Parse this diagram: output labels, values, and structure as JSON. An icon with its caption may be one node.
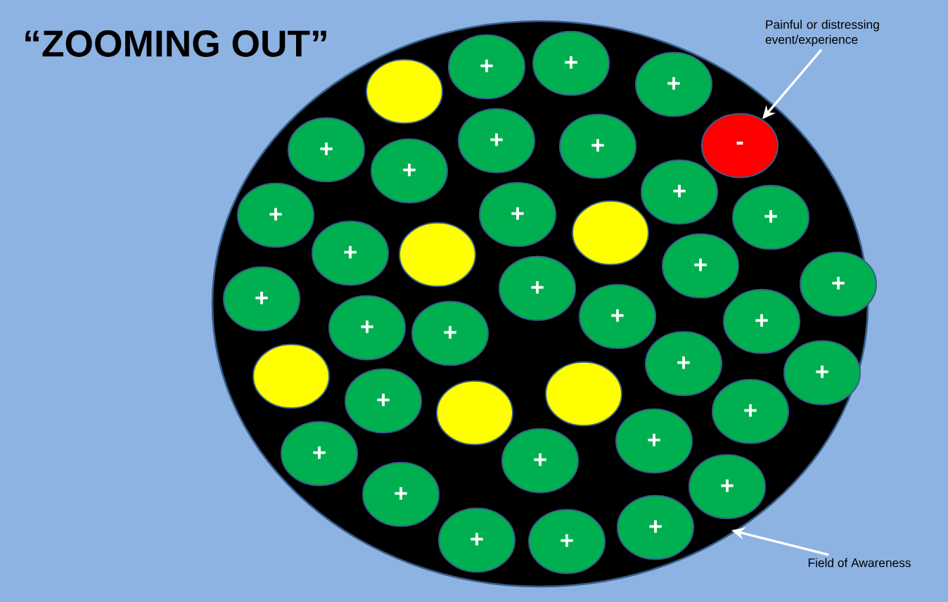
{
  "diagram": {
    "title": "“ZOOMING OUT”",
    "nodes": [
      {
        "text": [],
        "shape": "circle"
      },
      {
        "text": [
          "+"
        ],
        "in": 0
      },
      {
        "text": [
          "+"
        ],
        "in": 0
      },
      {
        "text": [
          "+"
        ],
        "in": 0
      },
      {
        "text": [],
        "shape": "circle",
        "in": 0
      },
      {
        "text": [
          "+"
        ],
        "in": 0
      },
      {
        "text": [
          "-"
        ],
        "in": 0
      },
      {
        "text": [
          "+"
        ],
        "in": 0
      },
      {
        "text": [
          "+"
        ],
        "in": 0
      },
      {
        "text": [
          "+"
        ],
        "in": 0
      },
      {
        "text": [
          "+"
        ],
        "in": 0
      },
      {
        "text": [
          "+"
        ],
        "in": 0
      },
      {
        "text": [
          "+"
        ],
        "in": 0
      },
      {
        "text": [
          "+"
        ],
        "in": 0
      },
      {
        "text": [],
        "shape": "circle",
        "in": 0
      },
      {
        "text": [
          "+"
        ],
        "in": 0
      },
      {
        "text": [],
        "shape": "circle",
        "in": 0
      },
      {
        "text": [
          "+"
        ],
        "in": 0
      },
      {
        "text": [
          "+"
        ],
        "in": 0
      },
      {
        "text": [
          "+"
        ],
        "in": 0
      },
      {
        "text": [
          "+"
        ],
        "in": 0
      },
      {
        "text": [
          "+"
        ],
        "in": 0
      },
      {
        "text": [
          "+"
        ],
        "in": 0
      },
      {
        "text": [
          "+"
        ],
        "in": 0
      },
      {
        "text": [
          "+"
        ],
        "in": 0
      },
      {
        "text": [
          "+"
        ],
        "in": 0
      },
      {
        "text": [
          "+"
        ],
        "in": 0
      },
      {
        "text": [],
        "shape": "circle",
        "in": 0
      },
      {
        "text": [],
        "shape": "circle",
        "in": 0
      },
      {
        "text": [
          "+"
        ],
        "in": 0
      },
      {
        "text": [
          "+"
        ],
        "in": 0
      },
      {
        "text": [],
        "shape": "circle",
        "in": 0
      },
      {
        "text": [
          "+"
        ],
        "in": 0
      },
      {
        "text": [
          "+"
        ],
        "in": 0
      },
      {
        "text": [
          "+"
        ],
        "in": 0
      },
      {
        "text": [
          "+"
        ],
        "in": 0
      },
      {
        "text": [
          "+"
        ],
        "in": 0
      },
      {
        "text": [
          "+"
        ],
        "in": 0
      },
      {
        "text": [
          "+"
        ],
        "in": 0
      },
      {
        "text": [
          "+"
        ],
        "in": 0
      },
      {
        "text": [
          "Painful or distressing event/experience"
        ]
      },
      {
        "text": [
          "Field of Awareness"
        ]
      }
    ],
    "edges": [
      {
        "from": 40,
        "to": 6,
        "arrow": "to"
      },
      {
        "from": 41,
        "to": 0,
        "arrow": "to"
      }
    ]
  }
}
